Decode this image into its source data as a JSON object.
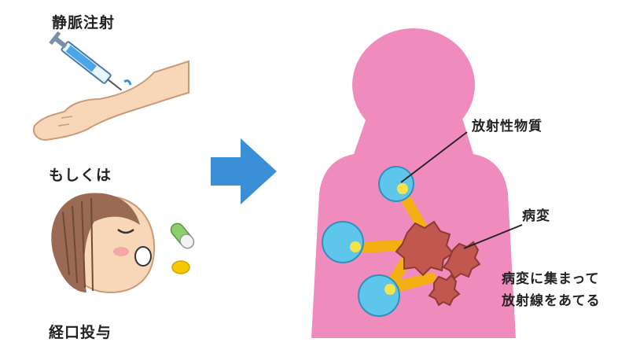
{
  "labels": {
    "injection": "静脈注射",
    "or": "もしくは",
    "oral": "経口投与",
    "radioactive_substance": "放射性物質",
    "lesion": "病変",
    "caption_line1": "病変に集まって",
    "caption_line2": "放射線をあてる"
  },
  "colors": {
    "body": "#f08cbd",
    "arrow": "#3a8fd6",
    "cell": "#5ec6ea",
    "lesion": "#c2574f",
    "ray": "#f5b400",
    "skin": "#f8d7b8",
    "hair": "#9a6b52",
    "capsule_green": "#8ccf6b",
    "tablet": "#f7c900"
  },
  "icons": [
    "syringe-icon",
    "arm-icon",
    "girl-face-icon",
    "capsule-icon",
    "tablet-icon",
    "arrow-right-icon",
    "human-silhouette",
    "cell-icon",
    "lesion-icon"
  ]
}
